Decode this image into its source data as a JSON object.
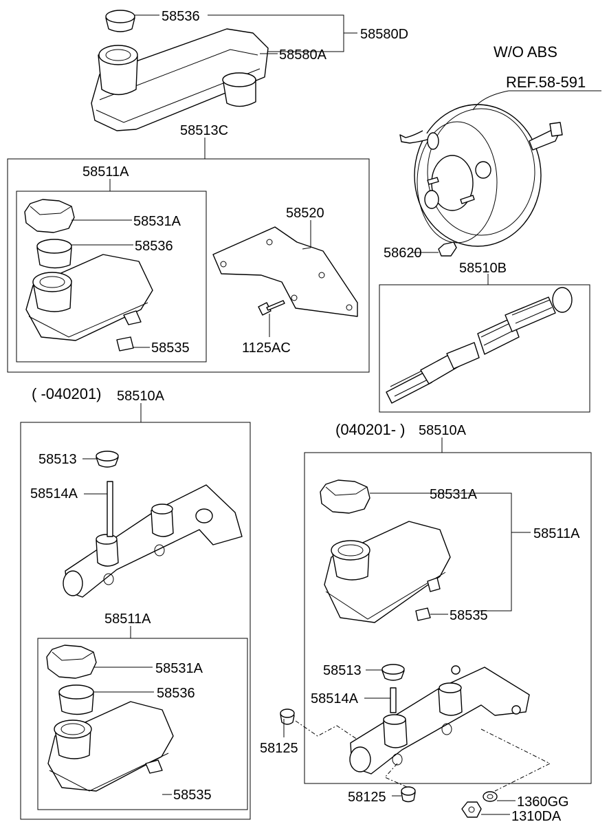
{
  "labels": {
    "p58536_top": "58536",
    "p58580d": "58580D",
    "p58580a": "58580A",
    "wo_abs": "W/O ABS",
    "ref": "REF.58-591",
    "p58513c": "58513C",
    "p58511a_top": "58511A",
    "p58520": "58520",
    "p58531a_top": "58531A",
    "p58536_mid": "58536",
    "p58535_top": "58535",
    "p1125ac": "1125AC",
    "p58620": "58620",
    "p58510b": "58510B",
    "range_left": "( -040201)",
    "p58510a_left": "58510A",
    "range_right": "(040201- )",
    "p58510a_right": "58510A",
    "p58513_left": "58513",
    "p58514a_left": "58514A",
    "p58511a_left": "58511A",
    "p58531a_left": "58531A",
    "p58536_left": "58536",
    "p58535_left": "58535",
    "p58531a_right": "58531A",
    "p58511a_right": "58511A",
    "p58535_right": "58535",
    "p58513_right": "58513",
    "p58514a_right": "58514A",
    "p58125_a": "58125",
    "p58125_b": "58125",
    "p1360gg": "1360GG",
    "p1310da": "1310DA"
  }
}
